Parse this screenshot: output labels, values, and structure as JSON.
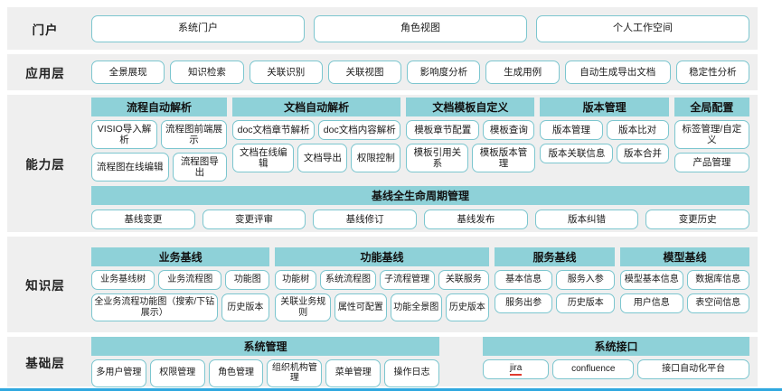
{
  "colors": {
    "accent_teal": "#8ED1D8",
    "box_border": "#7CC6CF",
    "band_background": "#EFEFEF",
    "bottom_line_blue": "#2FA8DF",
    "spellcheck_red": "#E03B2F"
  },
  "portal": {
    "label": "门户",
    "items": [
      "系统门户",
      "角色视图",
      "个人工作空间"
    ]
  },
  "application": {
    "label": "应用层",
    "items": [
      "全景展现",
      "知识检索",
      "关联识别",
      "关联视图",
      "影响度分析",
      "生成用例",
      "自动生成导出文档",
      "稳定性分析"
    ]
  },
  "capability": {
    "label": "能力层",
    "groups": [
      {
        "title": "流程自动解析",
        "rows": [
          [
            "VISIO导入解析",
            "流程图前端展示"
          ],
          [
            "流程图在线编辑",
            "流程图导出"
          ]
        ]
      },
      {
        "title": "文档自动解析",
        "rows": [
          [
            "doc文档章节解析",
            "doc文档内容解析"
          ],
          [
            "文档在线编辑",
            "文档导出",
            "权限控制"
          ]
        ]
      },
      {
        "title": "文档模板自定义",
        "rows": [
          [
            "模板章节配置",
            "模板查询"
          ],
          [
            "模板引用关系",
            "模板版本管理"
          ]
        ]
      },
      {
        "title": "版本管理",
        "rows": [
          [
            "版本管理",
            "版本比对"
          ],
          [
            "版本关联信息",
            "版本合并"
          ]
        ]
      },
      {
        "title": "全局配置",
        "rows": [
          [
            "标签管理/自定义"
          ],
          [
            "产品管理"
          ]
        ]
      }
    ],
    "baseline": {
      "title": "基线全生命周期管理",
      "items": [
        "基线变更",
        "变更评审",
        "基线修订",
        "基线发布",
        "版本纠错",
        "变更历史"
      ]
    }
  },
  "knowledge": {
    "label": "知识层",
    "groups": [
      {
        "title": "业务基线",
        "rows": [
          [
            "业务基线树",
            "业务流程图",
            "功能图"
          ],
          [
            "全业务流程功能图（搜索/下钻展示）",
            "历史版本"
          ]
        ]
      },
      {
        "title": "功能基线",
        "rows": [
          [
            "功能树",
            "系统流程图",
            "子流程管理",
            "关联服务"
          ],
          [
            "关联业务规则",
            "属性可配置",
            "功能全景图",
            "历史版本"
          ]
        ]
      },
      {
        "title": "服务基线",
        "rows": [
          [
            "基本信息",
            "服务入参"
          ],
          [
            "服务出参",
            "历史版本"
          ]
        ]
      },
      {
        "title": "模型基线",
        "rows": [
          [
            "模型基本信息",
            "数据库信息"
          ],
          [
            "用户信息",
            "表空间信息"
          ]
        ]
      }
    ]
  },
  "foundation": {
    "label": "基础层",
    "groups": [
      {
        "title": "系统管理",
        "items": [
          "多用户管理",
          "权限管理",
          "角色管理",
          "组织机构管理",
          "菜单管理",
          "操作日志"
        ]
      },
      {
        "title": "系统接口",
        "items": [
          "jira",
          "confluence",
          "接口自动化平台"
        ]
      }
    ]
  }
}
